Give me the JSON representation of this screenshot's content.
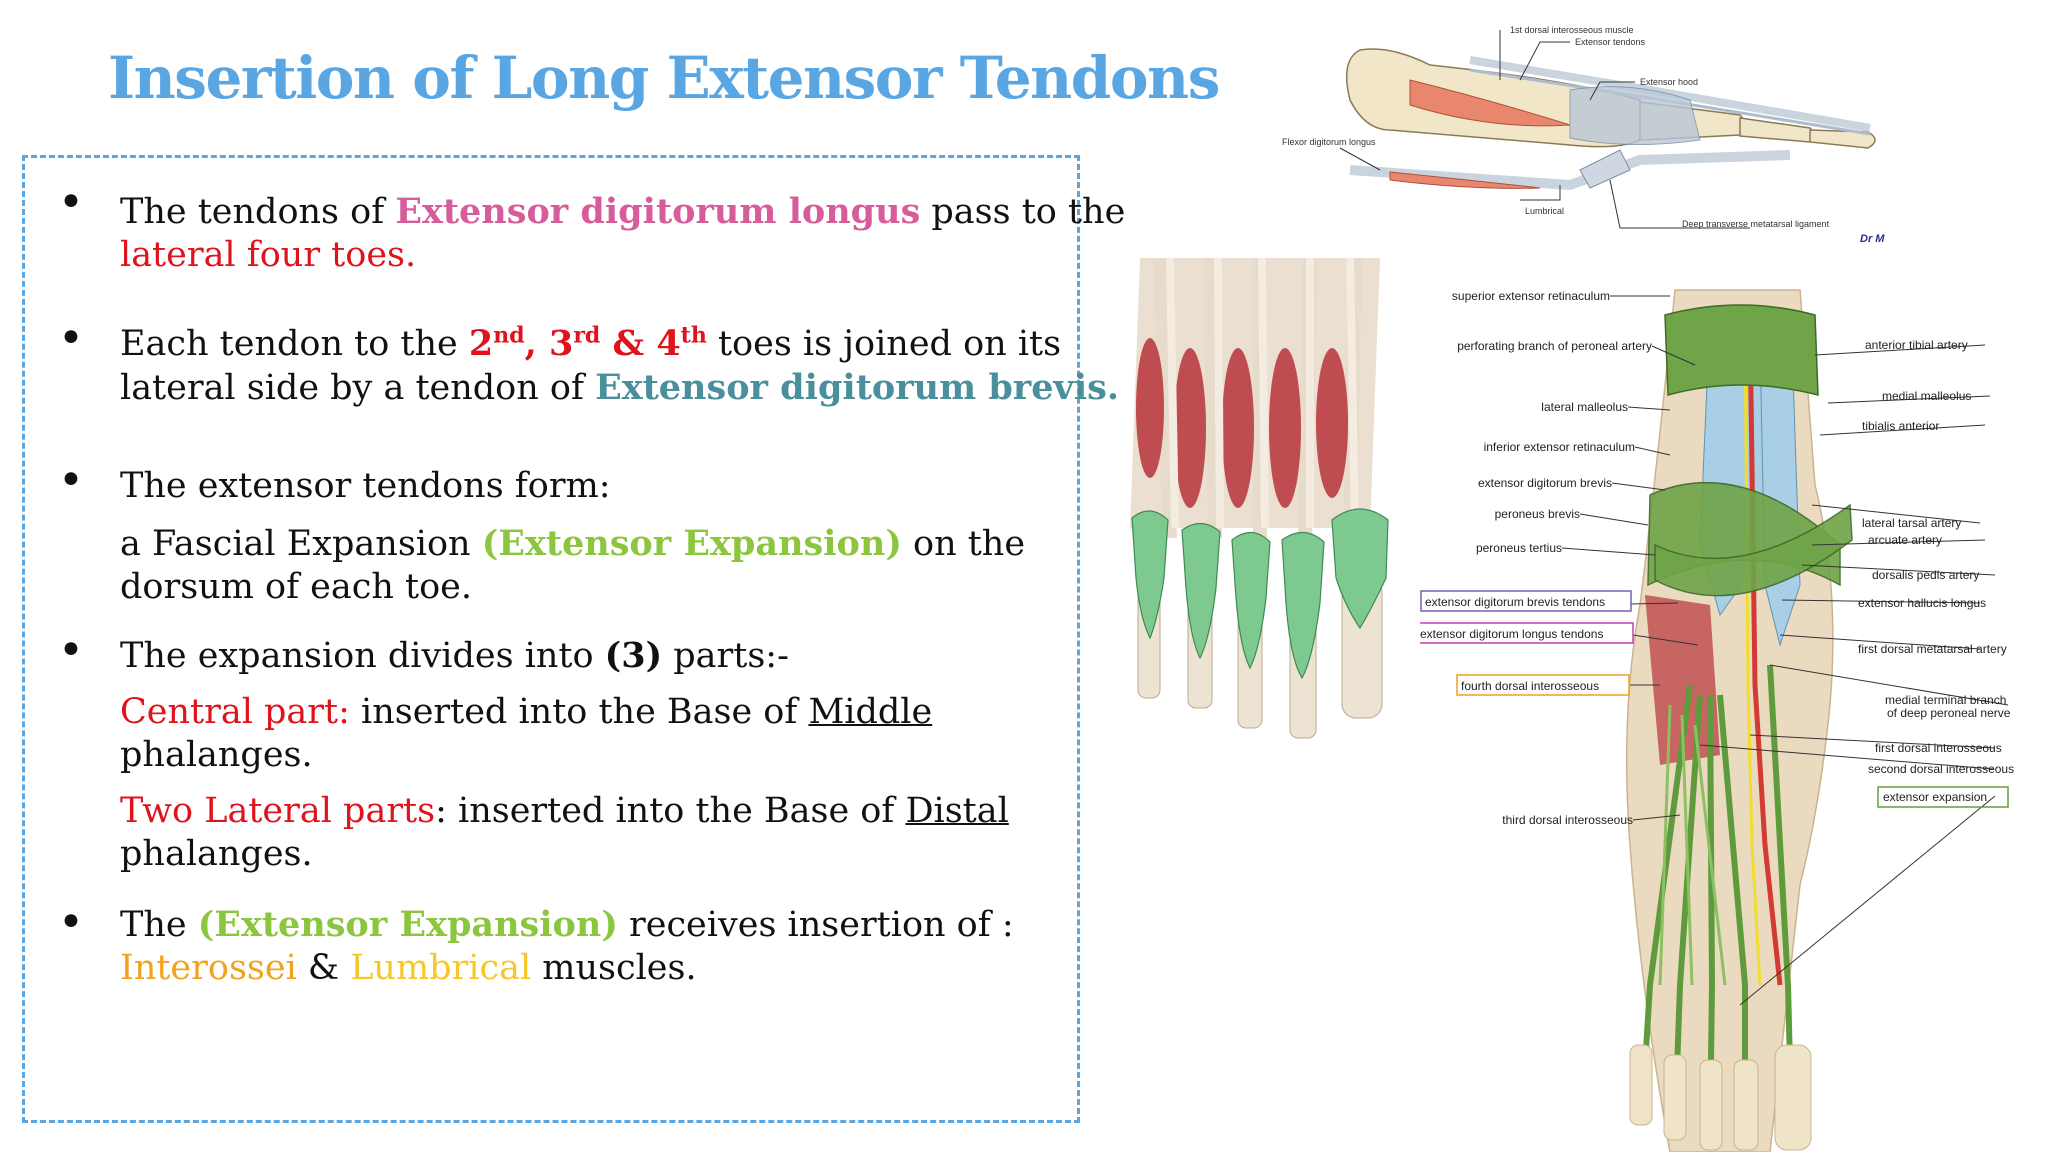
{
  "title": "Insertion of Long Extensor Tendons",
  "bullets": {
    "b1": {
      "t1": "The tendons of ",
      "edl": "Extensor digitorum longus",
      "t2": " pass to the",
      "lateral": "lateral four toes",
      "dot": "."
    },
    "b2": {
      "t1": "Each tendon to the ",
      "n2": "2",
      "s2": "nd",
      "c1": ", ",
      "n3": "3",
      "s3": "rd",
      "amp": " & ",
      "n4": "4",
      "s4": "th",
      "t2": " toes is joined on its",
      "t3": "lateral side by a tendon  of ",
      "edb": "Extensor digitorum brevis",
      "dot": "."
    },
    "b3": {
      "t1": "The extensor tendons form:",
      "t2": "a Fascial Expansion  ",
      "exp": "(Extensor Expansion)",
      "t3": " on the",
      "t4": "dorsum of each toe."
    },
    "b4": {
      "t1": "The expansion divides into ",
      "num": "(3)",
      "t2": " parts:-",
      "central": "Central  part:",
      "central_text": " inserted into the Base of ",
      "middle": "Middle",
      "phal1": "phalanges.",
      "lateral": "Two Lateral parts",
      "lateral_text": ": inserted  into the Base of ",
      "distal": "Distal",
      "phal2": "phalanges."
    },
    "b5": {
      "t1": "The ",
      "exp": "(Extensor  Expansion)",
      "t2": " receives insertion of :",
      "inter": "Interossei",
      "amp": " & ",
      "lumb": "Lumbrical",
      "t3": " muscles."
    }
  },
  "figure_top": {
    "labels": {
      "l1": "1st dorsal interosseous muscle",
      "l2": "Extensor tendons",
      "l3": "Extensor hood",
      "l4": "Flexor digitorum longus",
      "l5": "Lumbrical",
      "l6": "Deep transverse metatarsal ligament",
      "sig": "Dr M"
    }
  },
  "figure_right": {
    "labels": {
      "sup_ret": "superior extensor retinaculum",
      "perf": "perforating branch of peroneal artery",
      "ant_tib": "anterior tibial artery",
      "med_mall": "medial malleolus",
      "lat_mall": "lateral malleolus",
      "tib_ant": "tibialis anterior",
      "inf_ret": "inferior extensor retinaculum",
      "edb": "extensor digitorum brevis",
      "per_brev": "peroneus brevis",
      "lat_tars": "lateral tarsal artery",
      "arcuate": "arcuate artery",
      "per_tert": "peroneus tertius",
      "dors_ped": "dorsalis pedis artery",
      "edb_tend": "extensor digitorum brevis tendons",
      "ehl": "extensor hallucis longus",
      "edl_tend": "extensor digitorum longus tendons",
      "fdma": "first dorsal metatarsal artery",
      "fourth_di": "fourth dorsal interosseous",
      "mtb1": "medial terminal branch",
      "mtb2": "of deep peroneal nerve",
      "first_di": "first dorsal interosseous",
      "second_di": "second dorsal interosseous",
      "ext_exp": "extensor expansion",
      "third_di": "third dorsal interosseous"
    },
    "box_colors": {
      "edb_tend": "#7b5fb0",
      "edl_tend": "#c040b0",
      "fourth_di": "#f0a020",
      "ext_exp": "#5fa040"
    }
  }
}
